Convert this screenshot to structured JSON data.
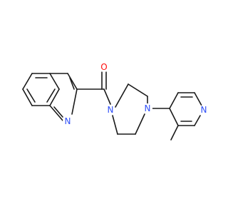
{
  "molecule": {
    "atoms": {
      "oxygen": "O",
      "amide_nitrogen": "N",
      "amine_nitrogen": "N",
      "quinoline_nitrogen": "N",
      "pyridine_nitrogen": "N"
    },
    "colors": {
      "bond": "#1a1a1a",
      "oxygen": "#ff0d0d",
      "nitrogen": "#3050f8"
    }
  }
}
